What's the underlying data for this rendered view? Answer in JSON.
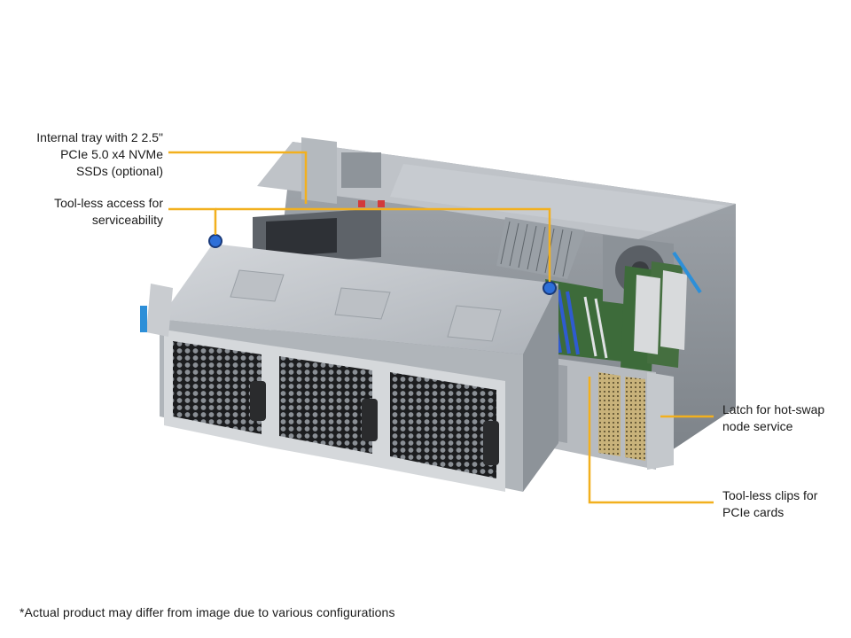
{
  "callouts": {
    "internal_tray": "Internal tray with 2 2.5\"\nPCIe 5.0 x4 NVMe\nSSDs (optional)",
    "toolless_access": "Tool-less access for\nserviceability",
    "latch": "Latch for hot-swap\nnode service",
    "toolless_clips": "Tool-less clips for\nPCIe cards"
  },
  "disclaimer": "*Actual product may differ from image due to various configurations",
  "colors": {
    "leader_line": "#f2b01e",
    "chassis_light": "#c9ccd0",
    "chassis_mid": "#a8adb3",
    "chassis_dark": "#6f757c",
    "fan_black": "#2a2b2d",
    "pcb_green": "#3d6b3a",
    "dimm_blue": "#2f5bd0",
    "accent_blue": "#2d8fd8"
  }
}
